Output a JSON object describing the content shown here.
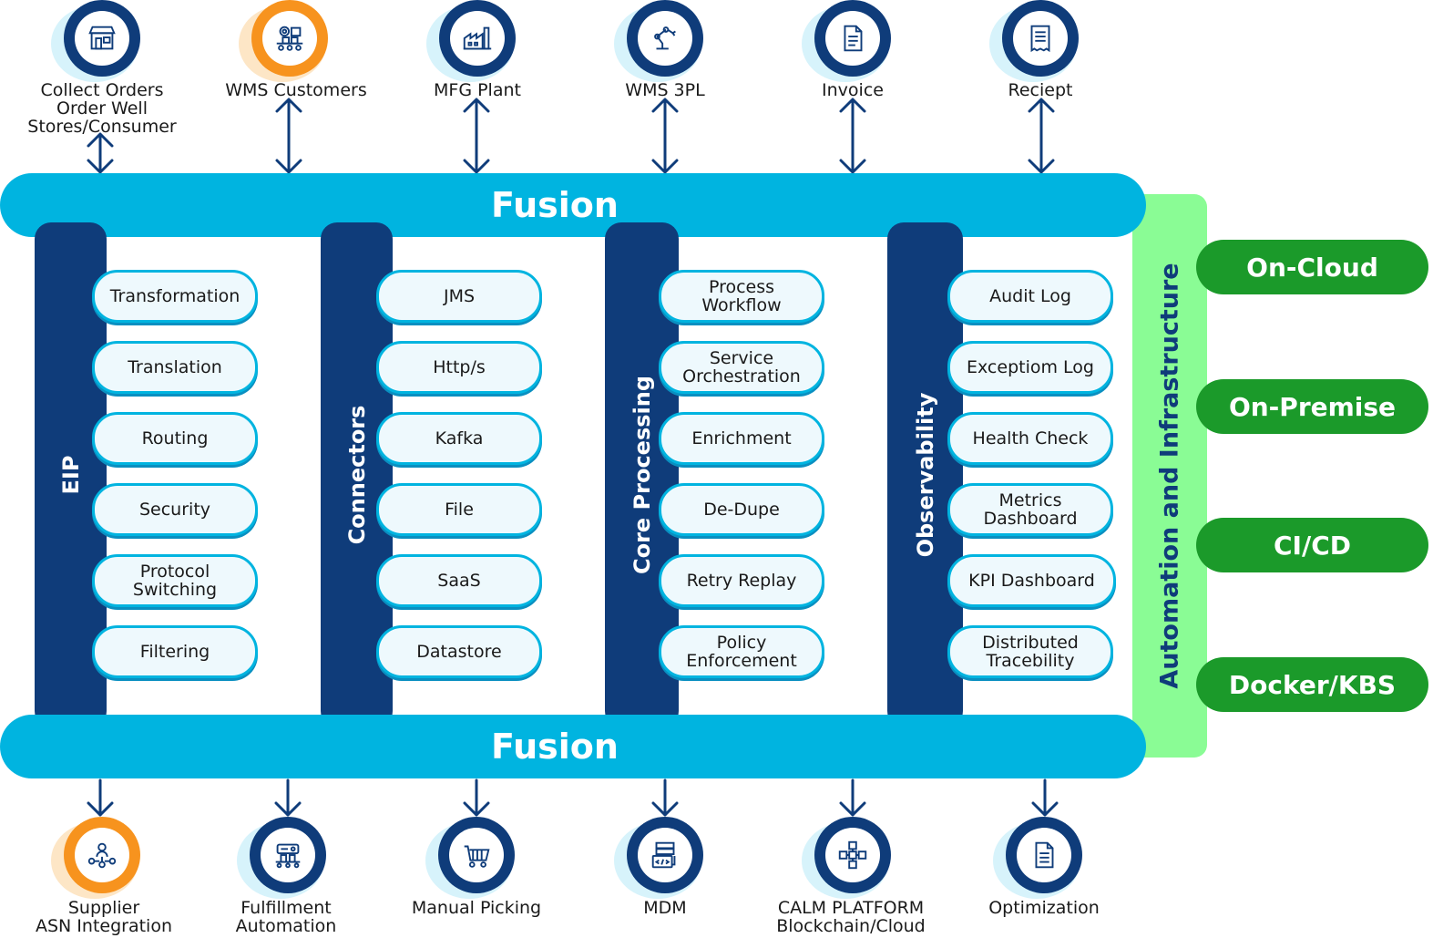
{
  "top_nodes": [
    {
      "label": "Collect Orders\nOrder Well\nStores/Consumer",
      "icon": "store-icon",
      "ring_color": "#0f3c7a"
    },
    {
      "label": "WMS Customers",
      "icon": "conveyor-gear-icon",
      "ring_color": "#f7931e"
    },
    {
      "label": "MFG Plant",
      "icon": "factory-icon",
      "ring_color": "#0f3c7a"
    },
    {
      "label": "WMS 3PL",
      "icon": "robot-arm-icon",
      "ring_color": "#0f3c7a"
    },
    {
      "label": "Invoice",
      "icon": "invoice-document-icon",
      "ring_color": "#0f3c7a"
    },
    {
      "label": "Reciept",
      "icon": "receipt-icon",
      "ring_color": "#0f3c7a"
    }
  ],
  "fusion_top": "Fusion",
  "fusion_bottom": "Fusion",
  "columns": [
    {
      "title": "EIP",
      "items": [
        "Transformation",
        "Translation",
        "Routing",
        "Security",
        "Protocol\nSwitching",
        "Filtering"
      ]
    },
    {
      "title": "Connectors",
      "items": [
        "JMS",
        "Http/s",
        "Kafka",
        "File",
        "SaaS",
        "Datastore"
      ]
    },
    {
      "title": "Core Processing",
      "items": [
        "Process\nWorkflow",
        "Service\nOrchestration",
        "Enrichment",
        "De-Dupe",
        "Retry Replay",
        "Policy\nEnforcement"
      ]
    },
    {
      "title": "Observability",
      "items": [
        "Audit Log",
        "Exceptiom Log",
        "Health Check",
        "Metrics\nDashboard",
        "KPI Dashboard",
        "Distributed\nTracebility"
      ]
    }
  ],
  "automation_label": "Automation and Infrastructure",
  "deployments": [
    "On-Cloud",
    "On-Premise",
    "CI/CD",
    "Docker/KBS"
  ],
  "bottom_nodes": [
    {
      "label": "Supplier\nASN Integration",
      "icon": "supplier-network-icon",
      "ring_color": "#f7931e"
    },
    {
      "label": "Fulfillment\nAutomation",
      "icon": "fulfillment-machine-icon",
      "ring_color": "#0f3c7a"
    },
    {
      "label": "Manual Picking",
      "icon": "picking-cart-icon",
      "ring_color": "#0f3c7a"
    },
    {
      "label": "MDM",
      "icon": "server-code-icon",
      "ring_color": "#0f3c7a"
    },
    {
      "label": "CALM PLATFORM\nBlockchain/Cloud",
      "icon": "blockchain-icon",
      "ring_color": "#0f3c7a"
    },
    {
      "label": "Optimization",
      "icon": "optimization-document-icon",
      "ring_color": "#0f3c7a"
    }
  ],
  "colors": {
    "navy": "#0f3c7a",
    "cyan": "#00b4e0",
    "orange": "#f7931e",
    "green_panel": "#8afc95",
    "green_button": "#1b9a2a"
  }
}
